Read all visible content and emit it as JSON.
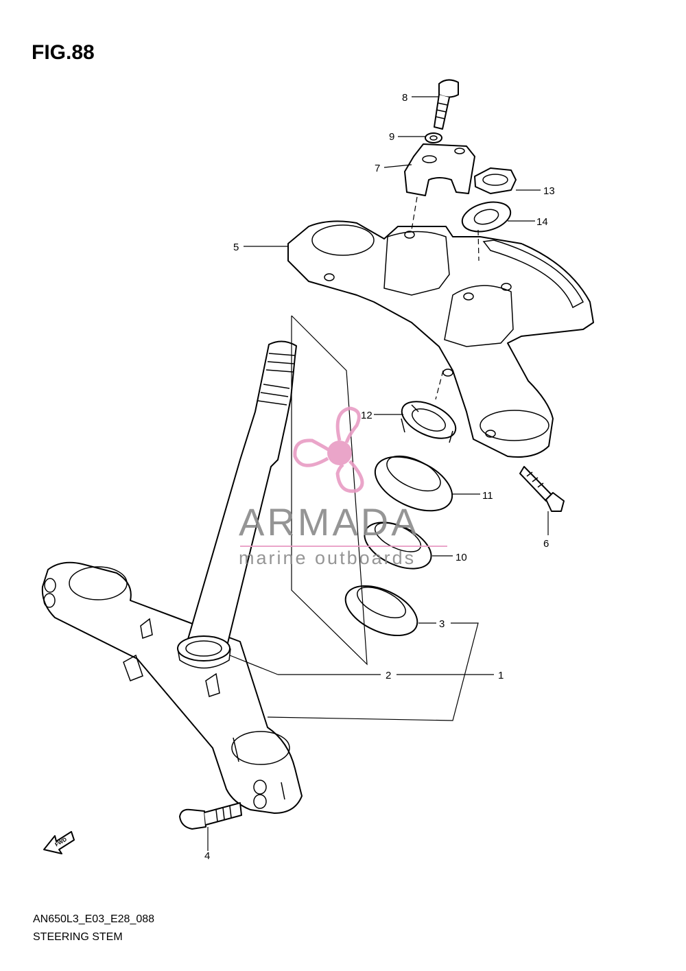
{
  "figure": {
    "title": "FIG.88",
    "code": "AN650L3_E03_E28_088",
    "name": "STEERING STEM"
  },
  "callouts": [
    "1",
    "2",
    "3",
    "4",
    "5",
    "6",
    "7",
    "8",
    "9",
    "10",
    "11",
    "12",
    "13",
    "14"
  ],
  "fwd_icon": {
    "label": "FWD",
    "icon": "forward-arrow-icon"
  },
  "watermark": {
    "brand": "ARMADA",
    "tagline": "marine outboards",
    "logo_icon": "propeller-icon",
    "logo_color": "#e89cc4",
    "text_color": "#8a8a8a"
  }
}
